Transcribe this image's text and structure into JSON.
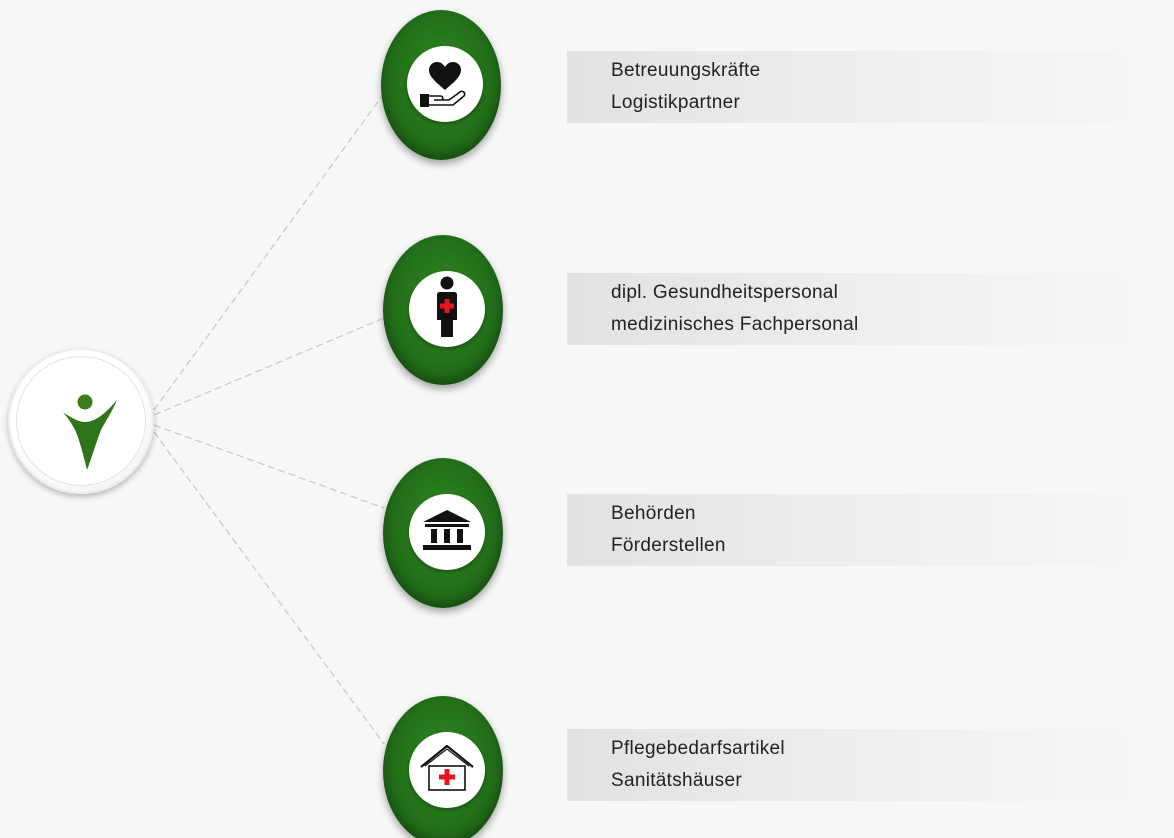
{
  "colors": {
    "node_green": "#23701a",
    "hub_figure": "#3a7d1a",
    "cross_red": "#e8141b",
    "icon_dark": "#111111",
    "connector": "#c8c8c8"
  },
  "hub": {
    "icon": "person-logo-icon"
  },
  "branches": [
    {
      "icon": "heart-hand-icon",
      "line1": "Betreuungskräfte",
      "line2": "Logistikpartner"
    },
    {
      "icon": "medical-person-icon",
      "line1": "dipl. Gesundheitspersonal",
      "line2": "medizinisches Fachpersonal"
    },
    {
      "icon": "government-building-icon",
      "line1": "Behörden",
      "line2": "Förderstellen"
    },
    {
      "icon": "house-cross-icon",
      "line1": "Pflegebedarfsartikel",
      "line2": "Sanitätshäuser"
    }
  ]
}
